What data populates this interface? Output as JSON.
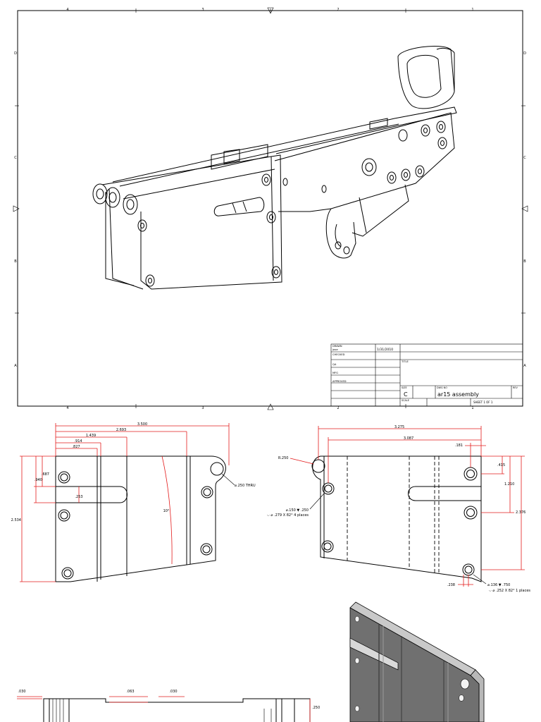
{
  "sheet": {
    "zone_cols_top": [
      "4",
      "3",
      "2",
      "1"
    ],
    "zone_cols_bottom": [
      "4",
      "3",
      "2",
      "1"
    ],
    "zone_rows_left": [
      "D",
      "C",
      "B",
      "A"
    ],
    "zone_rows_right": [
      "D",
      "C",
      "B",
      "A"
    ]
  },
  "title_block": {
    "drawn_label": "DRAWN",
    "drawn_by": "jose",
    "drawn_date": "1/31/2010",
    "checked_label": "CHECKED",
    "qa_label": "QA",
    "mfg_label": "MFG",
    "approved_label": "APPROVED",
    "title_label": "TITLE",
    "size_label": "SIZE",
    "size_value": "C",
    "dwg_no_label": "DWG NO",
    "dwg_no_value": "ar15 assembly",
    "rev_label": "REV",
    "scale_label": "SCALE",
    "sheet_value": "SHEET 1  OF 1"
  },
  "front_view": {
    "dims": {
      "w3500": "3.500",
      "w2693": "2.693",
      "w1439": "1.439",
      "w914": ".914",
      "w827": ".827",
      "h687": ".687",
      "h940": ".940",
      "h2534": "2.534",
      "d253": ".253",
      "ang10": "10°",
      "hole_note": "⌀.250 THRU"
    }
  },
  "side_view": {
    "dims": {
      "w3275": "3.275",
      "w3087": "3.087",
      "d181": ".181",
      "d415": ".415",
      "d1210": "1.210",
      "d2376": "2.376",
      "r250": "R.250",
      "d238": ".238",
      "cb_note_1": "⌀.150 ▼ .250",
      "cb_note_2": "⌵ ⌀ .279 X 82° 4 places",
      "cb2_note_1": "⌀.136 ▼ .750",
      "cb2_note_2": "⌵ ⌀ .252 X 82° 1 places"
    }
  },
  "bottom_view": {
    "dims": {
      "d030a": ".030",
      "d063": ".063",
      "d030b": ".030",
      "d250": ".250"
    }
  }
}
